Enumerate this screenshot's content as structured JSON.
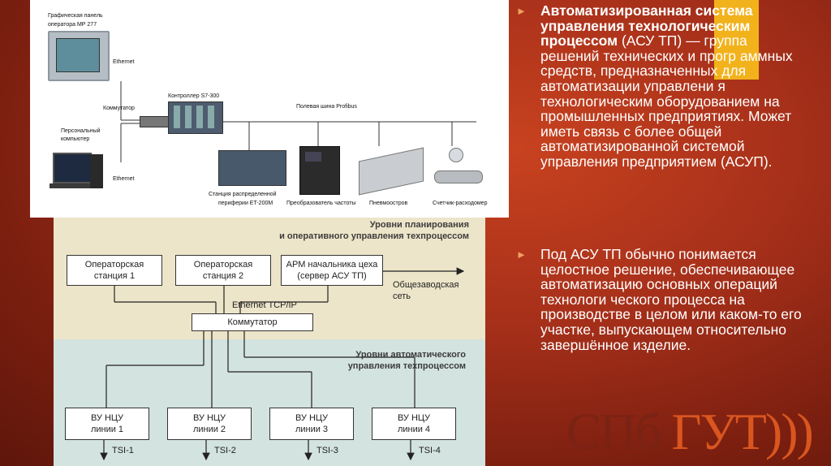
{
  "top_panel": {
    "labels": {
      "operator_panel": "Графическая панель",
      "operator_panel_2": "оператора МР 277",
      "ethernet_top": "Ethernet",
      "switch": "Коммутатор",
      "pc": "Персональный",
      "pc_2": "компьютер",
      "ethernet_bottom": "Ethernet",
      "controller": "Контроллер S7-300",
      "fieldbus": "Полевая шина Profibus",
      "et200": "Станция распределенной",
      "et200_2": "периферии ET-200M",
      "converters": "Преобразователь частоты",
      "pneumatic": "Пневмоостров",
      "flowmeter": "Счетчик-расходомер"
    }
  },
  "diagram": {
    "heading_top": [
      "Уровни планирования",
      "и оперативного управления техпроцессом"
    ],
    "heading_bottom": [
      "Уровни автоматического",
      "управления техпроцессом"
    ],
    "station1": [
      "Операторская",
      "станция 1"
    ],
    "station2": [
      "Операторская",
      "станция 2"
    ],
    "arm": [
      "АРМ начальника цеха",
      "(сервер АСУ ТП)"
    ],
    "plant_network": [
      "Общезаводская",
      "сеть"
    ],
    "ethernet_label": "Ethernet TCP/IP",
    "switch_label": "Коммутатор",
    "lines": [
      {
        "title": "ВУ НЦУ",
        "sub": "линии 1",
        "tsi": "TSI-1"
      },
      {
        "title": "ВУ НЦУ",
        "sub": "линии 2",
        "tsi": "TSI-2"
      },
      {
        "title": "ВУ НЦУ",
        "sub": "линии 3",
        "tsi": "TSI-3"
      },
      {
        "title": "ВУ НЦУ",
        "sub": "линии 4",
        "tsi": "TSI-4"
      }
    ]
  },
  "text": {
    "b1_bold": "Автоматизированная система управления технологическим процессом",
    "b1_rest": " (АСУ ТП) — группа решений технических и прогр аммных средств, предназначенных для автоматизации управлени я технологическим оборудованием на промышленных предприятиях. Может иметь связь с более общей автоматизированной системой управления предприятием (АСУП).",
    "b2": "Под АСУ ТП обычно понимается целостное решение, обеспечивающее автоматизацию основных операций технологи ческого процесса на производстве в целом или каком-то его участке, выпускающем относительно завершённое изделие."
  },
  "logo": {
    "part1": "СПб",
    "part2": "ГУТ",
    "waves": ")))"
  },
  "colors": {
    "accent_yellow": "#f2b21c",
    "background_red": "#a7301a",
    "logo_orange": "#d9561f"
  }
}
